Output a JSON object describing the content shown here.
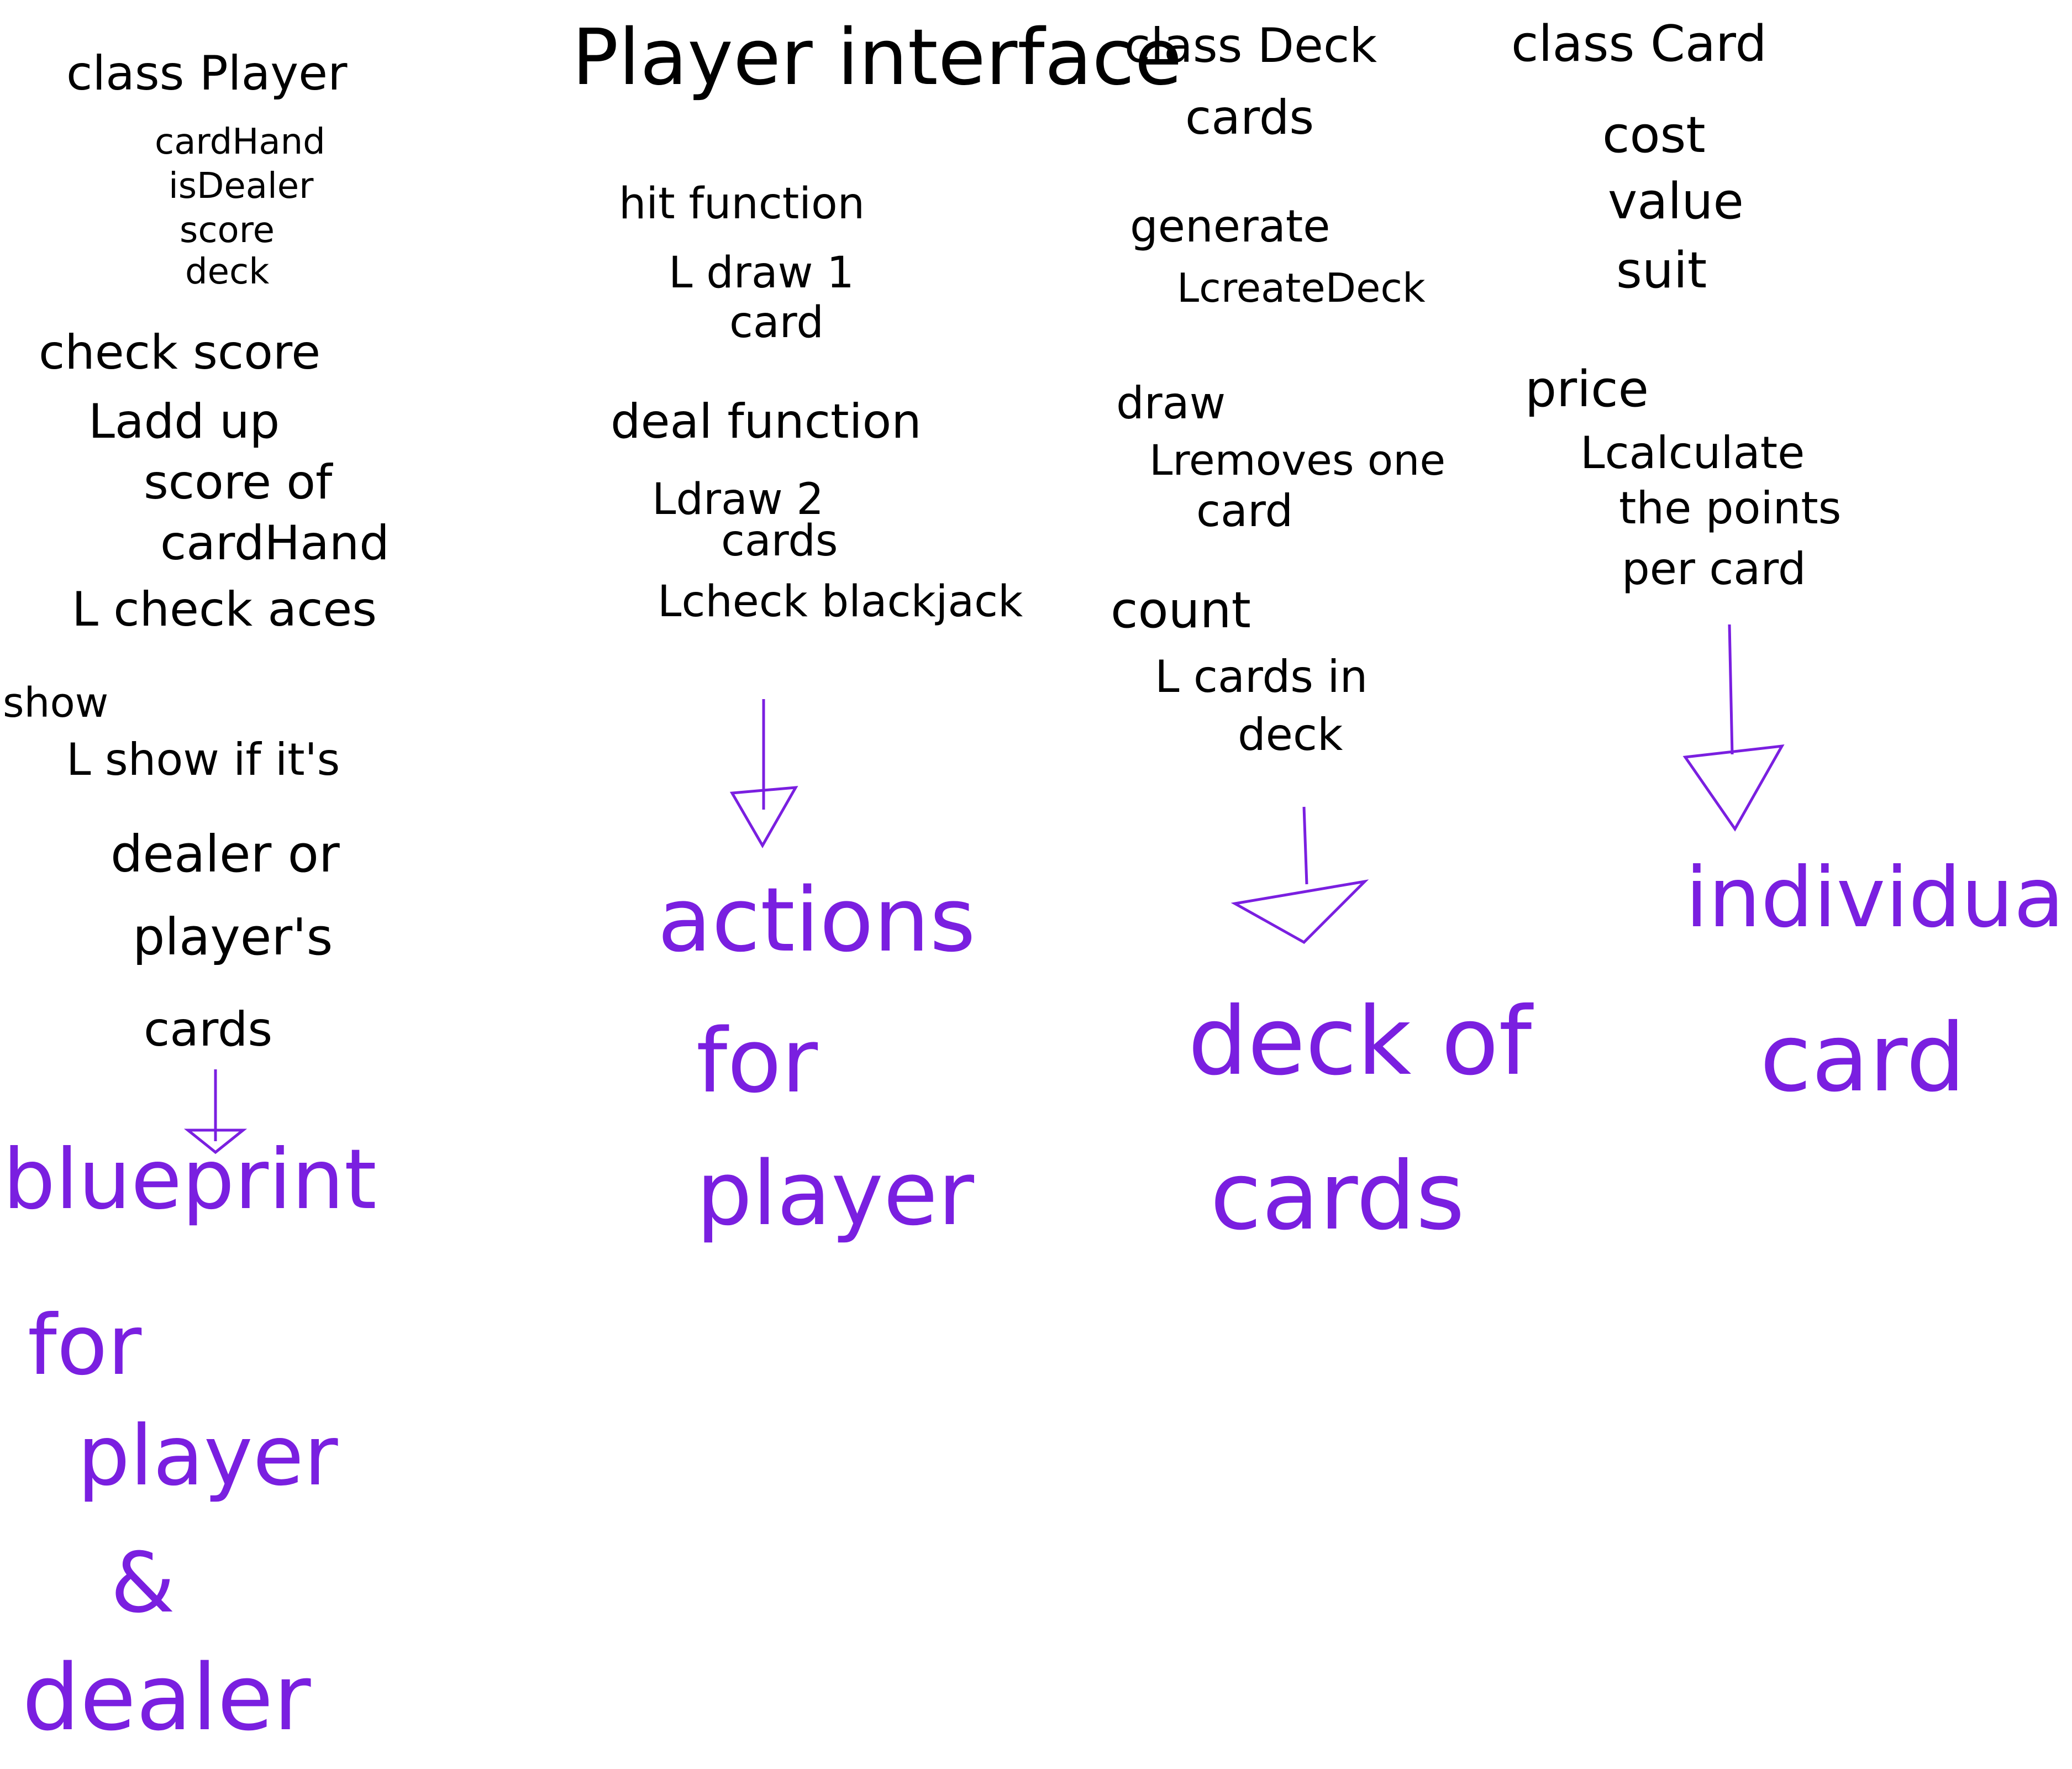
{
  "colors": {
    "ink": "#000000",
    "summary": "#7a1fe0"
  },
  "columns": {
    "player": {
      "title": "class Player",
      "fields": [
        "cardHand",
        "isDealer",
        "score",
        "deck"
      ],
      "check_score": "check score",
      "check_sub1_a": "Ladd up",
      "check_sub1_b": "score of",
      "check_sub1_c": "cardHand",
      "check_sub2": "L check aces",
      "show": "show",
      "show_sub_a": "L show if it's",
      "show_sub_b": "dealer or",
      "show_sub_c": "player's",
      "show_sub_d": "cards",
      "summary": [
        "blueprint",
        "for",
        "player",
        "&",
        "dealer"
      ]
    },
    "interface": {
      "title": "Player interface",
      "hit": "hit function",
      "hit_sub_a": "L draw 1",
      "hit_sub_b": "card",
      "deal": "deal function",
      "deal_sub_a": "Ldraw 2",
      "deal_sub_b": "cards",
      "deal_sub_c": "Lcheck blackjack",
      "summary": [
        "actions",
        "for",
        "player"
      ]
    },
    "deck": {
      "title": "class Deck",
      "field": "cards",
      "generate": "generate",
      "generate_sub": "LcreateDeck",
      "draw": "draw",
      "draw_sub_a": "Lremoves one",
      "draw_sub_b": "card",
      "count": "count",
      "count_sub_a": "L cards in",
      "count_sub_b": "deck",
      "summary": [
        "deck of",
        "cards"
      ]
    },
    "card": {
      "title": "class Card",
      "fields": [
        "cost",
        "value",
        "suit"
      ],
      "price": "price",
      "price_sub_a": "Lcalculate",
      "price_sub_b": "the points",
      "price_sub_c": "per card",
      "summary": [
        "individual",
        "card"
      ]
    }
  }
}
